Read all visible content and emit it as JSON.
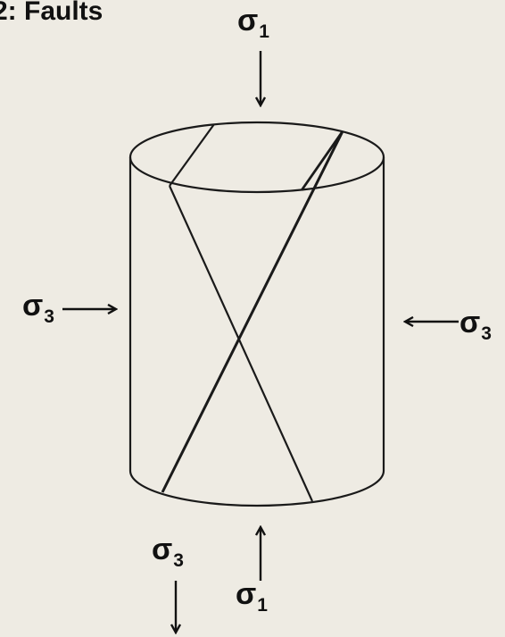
{
  "title": "2: Faults",
  "labels": {
    "sigma1_top": {
      "symbol": "σ",
      "sub": "1"
    },
    "sigma1_bottom": {
      "symbol": "σ",
      "sub": "1"
    },
    "sigma3_left": {
      "symbol": "σ",
      "sub": "3"
    },
    "sigma3_right": {
      "symbol": "σ",
      "sub": "3"
    },
    "sigma3_lower": {
      "symbol": "σ",
      "sub": "3"
    }
  },
  "colors": {
    "background": "#EEEBE3",
    "ink": "#111111"
  }
}
